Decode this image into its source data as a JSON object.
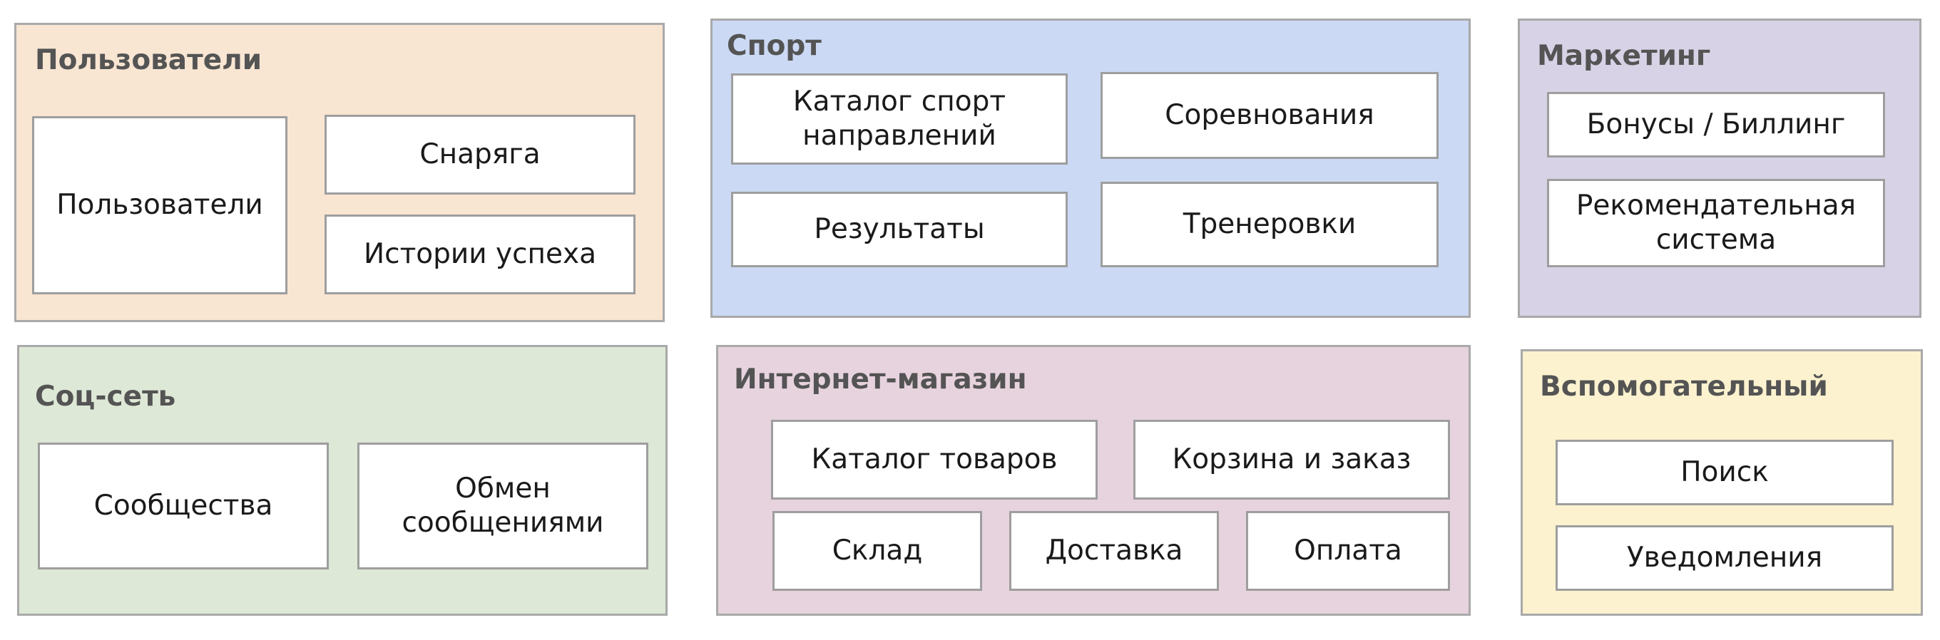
{
  "groups": {
    "users": {
      "title": "Пользователи",
      "items": [
        "Пользователи",
        "Снаряга",
        "Истории успеха"
      ]
    },
    "sport": {
      "title": "Спорт",
      "items": [
        "Каталог спорт направлений",
        "Соревнования",
        "Результаты",
        "Тренеровки"
      ]
    },
    "marketing": {
      "title": "Маркетинг",
      "items": [
        "Бонусы / Биллинг",
        "Рекомендательная система"
      ]
    },
    "social": {
      "title": "Соц-сеть",
      "items": [
        "Сообщества",
        "Обмен сообщениями"
      ]
    },
    "shop": {
      "title": "Интернет-магазин",
      "items": [
        "Каталог товаров",
        "Корзина и заказ",
        "Склад",
        "Доставка",
        "Оплата"
      ]
    },
    "aux": {
      "title": "Вспомогательный",
      "items": [
        "Поиск",
        "Уведомления"
      ]
    }
  },
  "colors": {
    "users": "#f8e5d2",
    "sport": "#cbd9f4",
    "marketing": "#d8d2e6",
    "social": "#dde8d6",
    "shop": "#e7d3de",
    "aux": "#fcf2cf",
    "border": "#a9a9a9",
    "title_text": "#545454"
  }
}
